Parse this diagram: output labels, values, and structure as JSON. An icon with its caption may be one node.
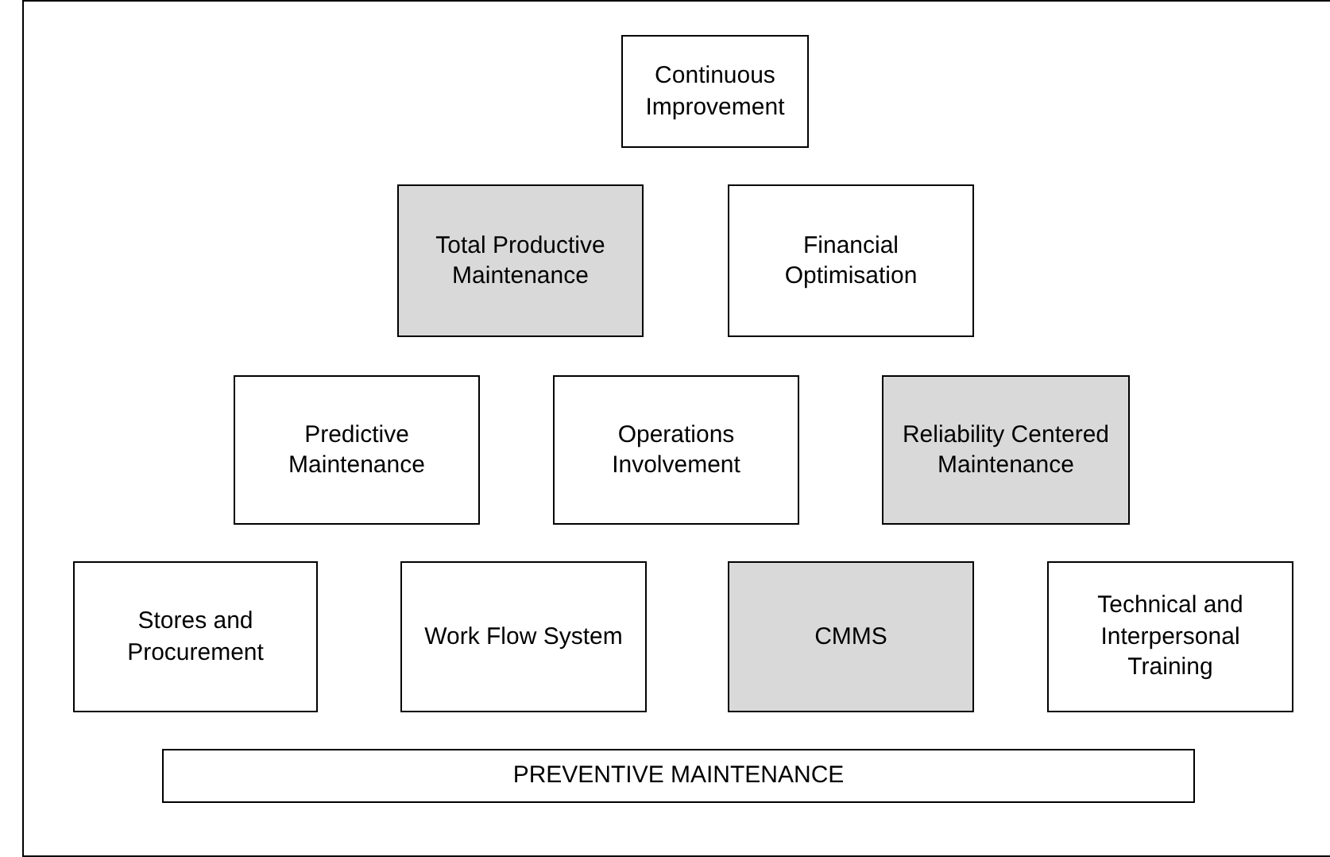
{
  "diagram": {
    "nodes": [
      {
        "text": [
          "Continuous Improvement"
        ]
      },
      {
        "text": [
          "Total Productive Maintenance"
        ]
      },
      {
        "text": [
          "Financial Optimisation"
        ]
      },
      {
        "text": [
          "Predictive Maintenance"
        ]
      },
      {
        "text": [
          "Operations Involvement"
        ]
      },
      {
        "text": [
          "Reliability Centered Maintenance"
        ]
      },
      {
        "text": [
          "Stores and Procurement"
        ]
      },
      {
        "text": [
          "Work Flow System"
        ]
      },
      {
        "text": [
          "CMMS"
        ]
      },
      {
        "text": [
          "Technical and Interpersonal Training"
        ]
      },
      {
        "text": [
          "PREVENTIVE MAINTENANCE"
        ]
      }
    ]
  }
}
